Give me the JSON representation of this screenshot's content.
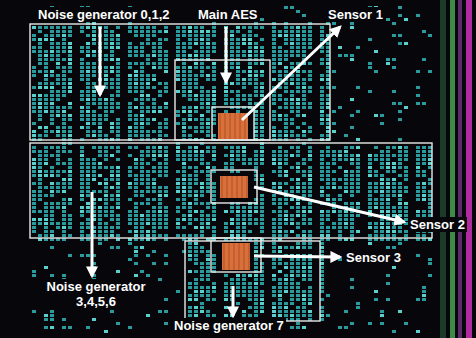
{
  "diagram": {
    "labels": [
      "Noise generator 0,1,2",
      "Main AES",
      "Sensor 1",
      "Sensor 2",
      "Sensor 3",
      "Noise generator 3,4,5,6",
      "Noise generator 7"
    ]
  }
}
